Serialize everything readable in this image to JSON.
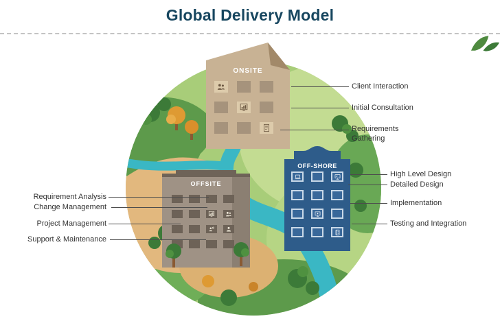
{
  "title": "Global Delivery Model",
  "buildings": {
    "onsite": {
      "label": "ONSITE"
    },
    "offsite": {
      "label": "OFFSITE"
    },
    "offshore": {
      "label": "OFF-SHORE"
    }
  },
  "callouts": {
    "onsite": [
      "Client Interaction",
      "Initial Consultation",
      "Requirements Gathering"
    ],
    "offsite": [
      "Requirement Analysis",
      "Change Management",
      "Project Management",
      "Support & Maintenance"
    ],
    "offshore": [
      "High Level Design",
      "Detailed Design",
      "Implementation",
      "Testing and Integration"
    ]
  },
  "icons": {
    "onsite": [
      "people-icon",
      "presentation-chart-icon",
      "document-icon"
    ],
    "offsite": [
      "chart-icon",
      "people-icon",
      "gear-person-icon",
      "person-icon"
    ],
    "offshore": [
      "laptop-icon",
      "monitor-icon",
      "screen-demo-icon",
      "ledger-icon"
    ]
  },
  "colors": {
    "title_color": "#17465f",
    "line_color": "#4d4d4d",
    "label_color": "#333333",
    "onsite_tan": "#c8b294",
    "offsite_brown": "#9f9285",
    "offshore_blue": "#2e5c8a",
    "globe_green": "#a8cd79",
    "land_tan": "#e2b87e",
    "river_teal": "#3ab7c4"
  }
}
